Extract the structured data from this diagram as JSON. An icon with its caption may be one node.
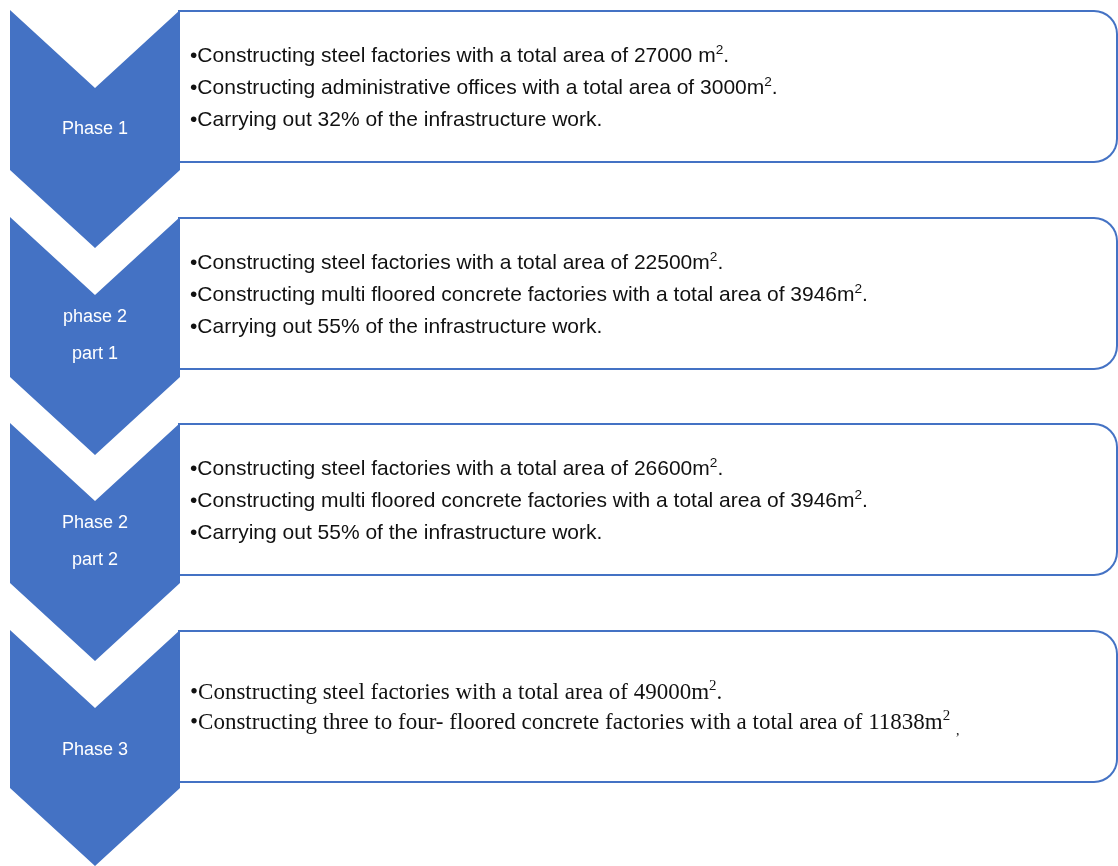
{
  "diagram": {
    "nodes": [
      {
        "text": [
          "Phase 1"
        ]
      },
      {
        "text": [
          "•Constructing steel factories with a total area of 27000 m$^{2}$.",
          "•Constructing administrative offices with a total area of 3000m$^{2}$.",
          "•Carrying out 32% of the infrastructure work."
        ]
      },
      {
        "text": [
          "phase 2 part 1"
        ]
      },
      {
        "text": [
          "•Constructing steel factories with a total area of 22500m$^{2}$.",
          "•Constructing multi floored concrete factories with a total area of 3946m$^{2}$.",
          "•Carrying out 55% of the infrastructure work."
        ]
      },
      {
        "text": [
          "Phase 2 part 2"
        ]
      },
      {
        "text": [
          "•Constructing steel factories with a total area of 26600m$^{2}$.",
          "•Constructing multi floored concrete factories with a total area of 3946m$^{2}$.",
          "•Carrying out 55% of the infrastructure work."
        ]
      },
      {
        "text": [
          "Phase 3"
        ]
      },
      {
        "text": [
          "•Constructing steel factories with a total area of 49000m$^{2}$.",
          "•Constructing three to four- floored concrete factories with a total area of 11838m$^{2}$ $_{,}$"
        ]
      }
    ],
    "edges": []
  }
}
